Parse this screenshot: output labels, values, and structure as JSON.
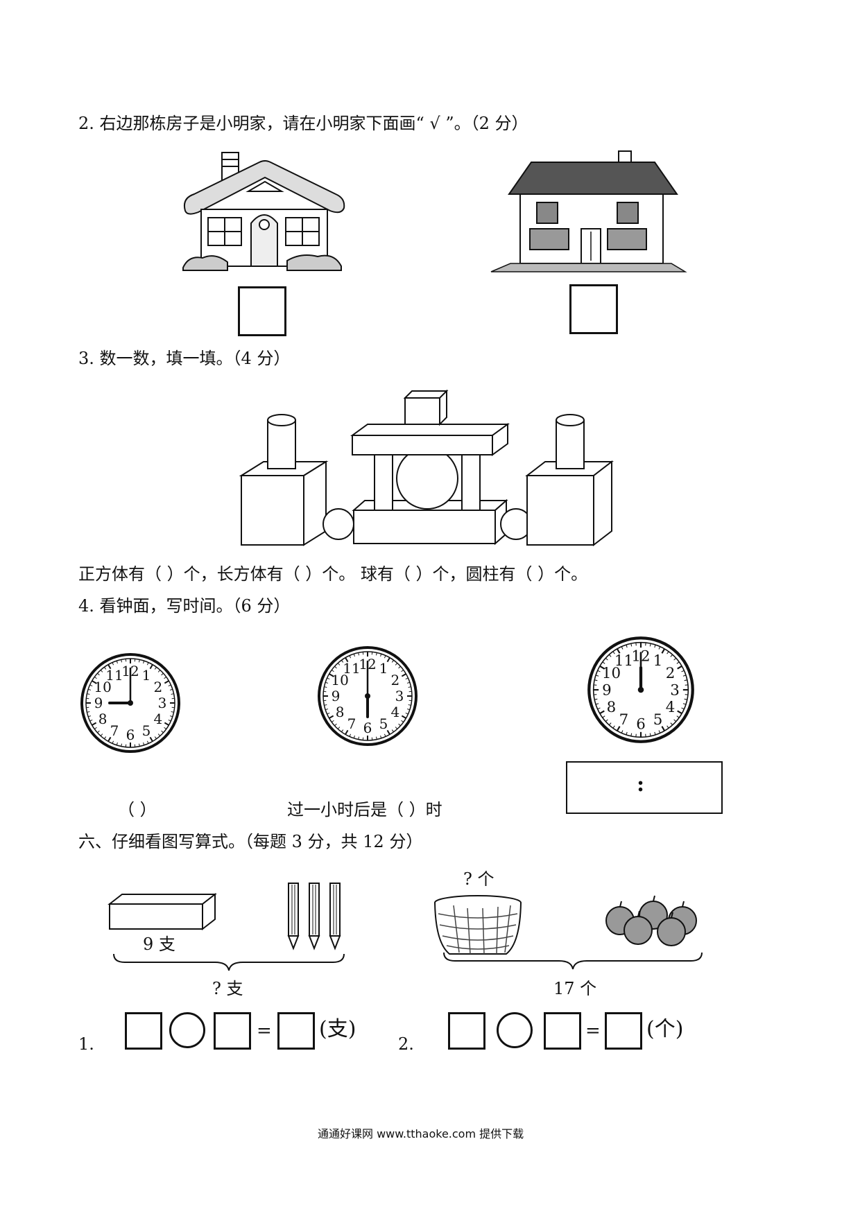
{
  "q2": {
    "text": "2. 右边那栋房子是小明家，请在小明家下面画“ √ ”。（2 分）"
  },
  "q3": {
    "text": "3. 数一数，填一填。（4 分）",
    "answer_line": "正方体有（      ）个，长方体有（      ）个。        球有（      ）个，圆柱有（      ）个。"
  },
  "q4": {
    "text": "4. 看钟面，写时间。（6 分）",
    "clock_numbers": [
      "12",
      "1",
      "2",
      "3",
      "4",
      "5",
      "6",
      "7",
      "8",
      "9",
      "10",
      "11"
    ],
    "blank_1": "（      ）",
    "blank_2": "过一小时后是（      ）时",
    "digital_colon": ":",
    "clock_times": [
      "9:00",
      "6:00",
      "12:00"
    ]
  },
  "section6": {
    "text": "六、仔细看图写算式。（每题 3 分，共 12 分）",
    "left": {
      "known_label": "9  支",
      "total_label": "?  支",
      "number": "1.",
      "unit": "(支)"
    },
    "right": {
      "unknown_label": "?  个",
      "total_label": "17  个",
      "number": "2.",
      "unit": "(个)"
    },
    "equals": "="
  },
  "footer": "通通好课网  www.tthaoke.com  提供下载"
}
